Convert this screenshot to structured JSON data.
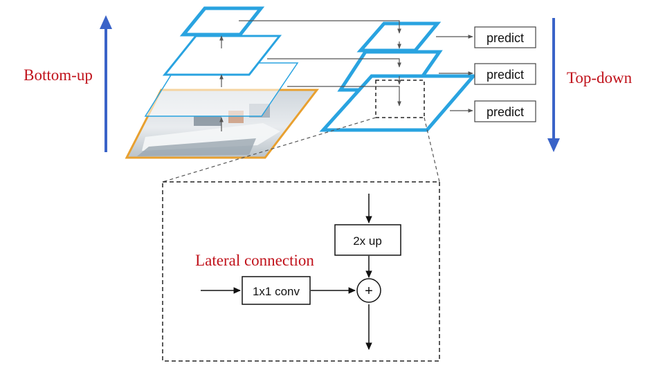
{
  "labels": {
    "bottom_up": "Bottom-up",
    "top_down": "Top-down",
    "lateral_connection": "Lateral connection"
  },
  "predict_boxes": [
    "predict",
    "predict",
    "predict"
  ],
  "detail": {
    "upsample_label": "2x up",
    "conv_label": "1x1 conv",
    "sum_symbol": "+"
  },
  "colors": {
    "pyramid_blue": "#29a3e0",
    "image_frame_orange": "#e8a030",
    "arrow_blue": "#3a63c8",
    "label_red": "#c0121b"
  },
  "icons": {
    "input_image": "photo-of-boat-icon"
  }
}
